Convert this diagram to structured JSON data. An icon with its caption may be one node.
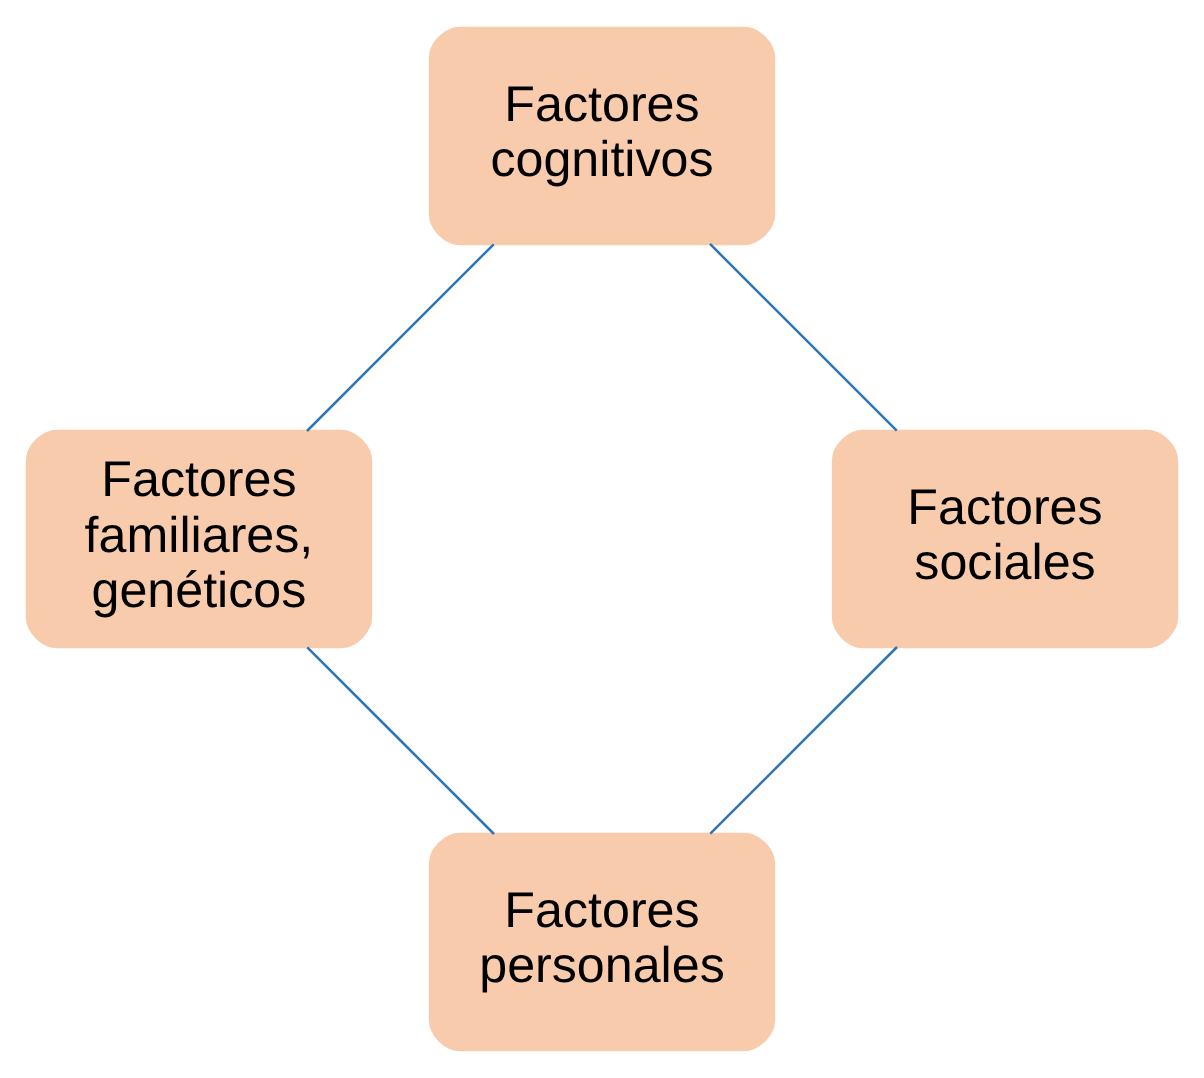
{
  "diagram": {
    "nodes": [
      {
        "text": [
          "Factores personales"
        ]
      },
      {
        "text": [
          "Factores familiares, genéticos"
        ]
      },
      {
        "text": [
          "Factores cognitivos"
        ]
      },
      {
        "text": [
          "Factores sociales"
        ]
      }
    ],
    "edges": [
      {
        "from": 0,
        "to": 1,
        "arrow": "none"
      },
      {
        "from": 1,
        "to": 2,
        "arrow": "none"
      },
      {
        "from": 2,
        "to": 3,
        "arrow": "none"
      },
      {
        "from": 3,
        "to": 0,
        "arrow": "none"
      }
    ]
  }
}
